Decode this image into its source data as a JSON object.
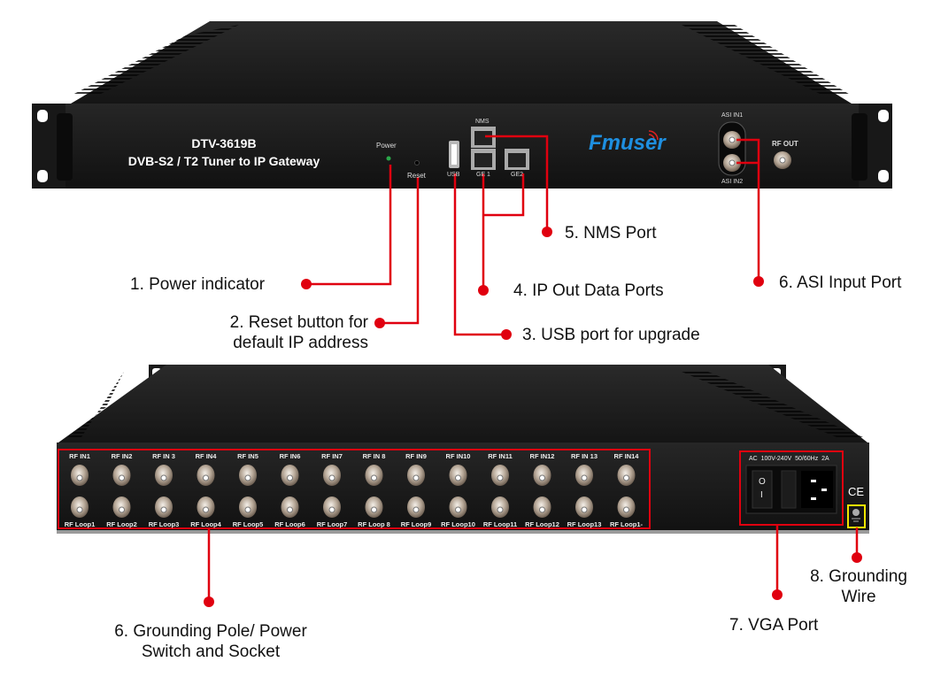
{
  "front_panel": {
    "model": "DTV-3619B",
    "subtitle": "DVB-S2 / T2 Tuner to IP Gateway",
    "power_label": "Power",
    "reset_label": "Reset",
    "usb_label": "USB",
    "nms_label": "NMS",
    "ge1_label": "GE 1",
    "ge2_label": "GE2",
    "brand": "Fmuser",
    "asi_in1_label": "ASI IN1",
    "asi_in2_label": "ASI IN2",
    "rf_out_label": "RF OUT"
  },
  "rear_panel": {
    "rf_in_labels": [
      "RF IN1",
      "RF IN2",
      "RF IN 3",
      "RF IN4",
      "RF IN5",
      "RF IN6",
      "RF IN7",
      "RF IN 8",
      "RF IN9",
      "RF IN10",
      "RF IN11",
      "RF IN12",
      "RF IN 13",
      "RF IN14"
    ],
    "rf_loop_labels": [
      "RF Loop1",
      "RF Loop2",
      "RF Loop3",
      "RF Loop4",
      "RF Loop5",
      "RF Loop6",
      "RF Loop7",
      "RF Loop 8",
      "RF Loop9",
      "RF Loop10",
      "RF Loop11",
      "RF Loop12",
      "RF Loop13",
      "RF Loop1-"
    ],
    "power_rating": "AC  100V-240V  50/60Hz  2A",
    "switch_on": "O",
    "switch_off": "I",
    "ce_mark": "CE"
  },
  "callouts": {
    "c1": "1. Power indicator",
    "c2_line1": "2. Reset button for",
    "c2_line2": "default IP address",
    "c3": "3. USB port for upgrade",
    "c4": "4. IP Out Data Ports",
    "c5": "5. NMS Port",
    "c6": "6. ASI Input Port",
    "c6b_line1": "6. Grounding Pole/ Power",
    "c6b_line2": "Switch and Socket",
    "c7": "7. VGA Port",
    "c8_line1": "8. Grounding",
    "c8_line2": "Wire"
  },
  "colors": {
    "callout_red": "#e0000f",
    "highlight_yellow": "#f2e600",
    "brand_blue": "#1e8fe0",
    "chassis": "#1c1c1c"
  }
}
